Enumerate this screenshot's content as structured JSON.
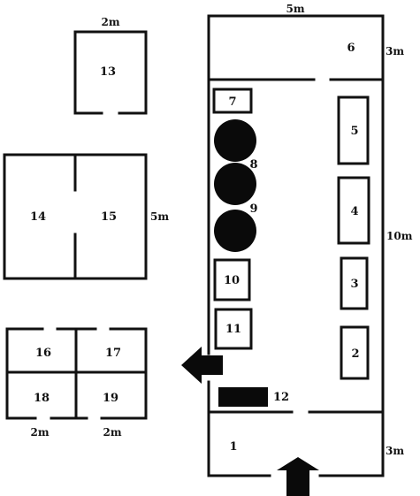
{
  "diagram": {
    "areas": {
      "a1": "1",
      "a2": "2",
      "a3": "3",
      "a4": "4",
      "a5": "5",
      "a6": "6",
      "a7": "7",
      "a8": "8",
      "a9": "9",
      "a10": "10",
      "a11": "11",
      "a12": "12",
      "a13": "13",
      "a14": "14",
      "a15": "15",
      "a16": "16",
      "a17": "17",
      "a18": "18",
      "a19": "19"
    },
    "dimensions": {
      "main_width": "5m",
      "top_height": "3m",
      "middle_height": "10m",
      "bottom_height": "3m",
      "room13_width": "2m",
      "rooms1415_height": "5m",
      "rooms18_width": "2m",
      "rooms19_width": "2m"
    },
    "colors": {
      "line": "#111111",
      "fill_dark": "#0a0a0a",
      "background": "#ffffff"
    }
  }
}
